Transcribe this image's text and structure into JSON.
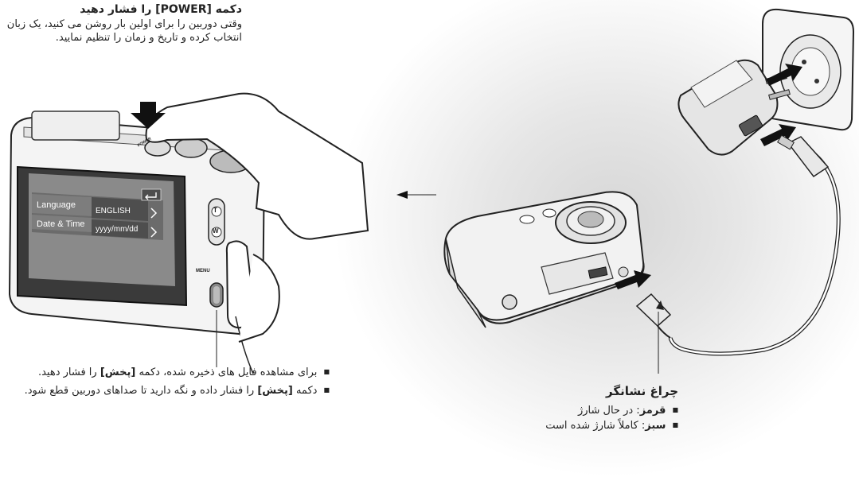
{
  "power": {
    "title": "دکمه [POWER] را فشار دهید",
    "description": "وقتی دوربین را برای اولین بار روشن می کنید، یک زبان انتخاب کرده و تاریخ و زمان را تنظیم نمایید."
  },
  "screen": {
    "rows": [
      {
        "label": "Language",
        "value": "ENGLISH"
      },
      {
        "label": "Date & Time",
        "value": "yyyy/mm/dd"
      }
    ]
  },
  "camera_labels": {
    "zoom_t": "T",
    "zoom_w": "W",
    "menu": "MENU",
    "power": "POWER"
  },
  "playback_notes": [
    {
      "pre": "برای مشاهده فایل های ذخیره شده، دکمه ",
      "bold": "[پخش]",
      "post": " را فشار دهید."
    },
    {
      "pre": "دکمه ",
      "bold": "[پخش]",
      "post": " را فشار داده و نگه دارید تا صداهای دوربین قطع شود."
    }
  ],
  "indicator": {
    "title": "چراغ نشانگر",
    "items": [
      {
        "bold": "قرمز",
        "text": ": در حال شارژ"
      },
      {
        "bold": "سبز",
        "text": ": کاملاً شارژ شده است"
      }
    ]
  }
}
